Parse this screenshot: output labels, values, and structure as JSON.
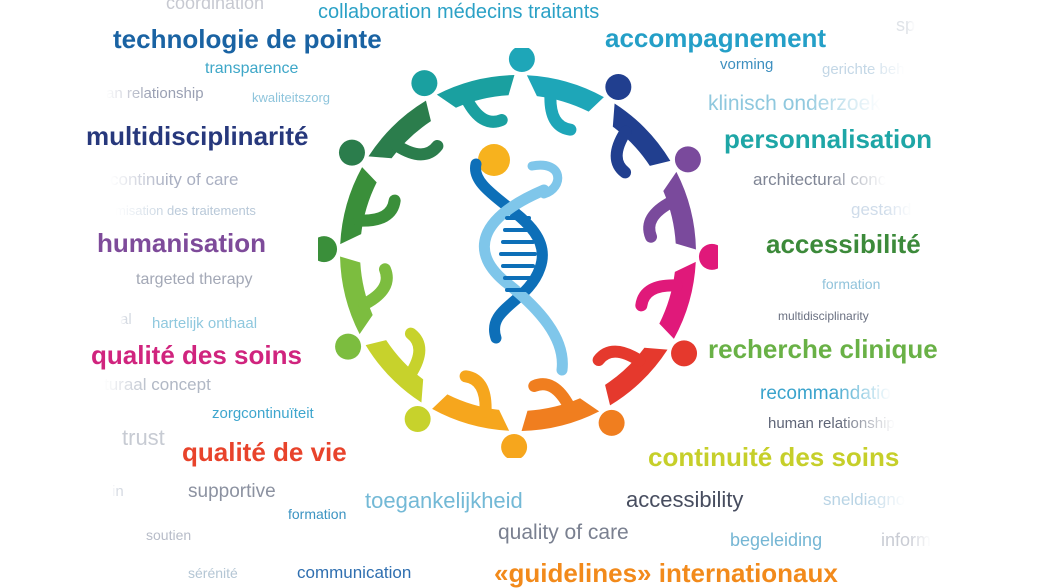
{
  "words": [
    {
      "id": "w-coordination",
      "text": "coordination",
      "color": "#c7c9d1"
    },
    {
      "id": "w-collaboration",
      "text": "collaboration médecins traitants",
      "color": "#2ba1c6"
    },
    {
      "id": "w-spec",
      "text": "sp",
      "color": "#dfe3e8"
    },
    {
      "id": "w-technologie",
      "text": "technologie de pointe",
      "color": "#1a63a3"
    },
    {
      "id": "w-accompagnement",
      "text": "accompagnement",
      "color": "#249fc7"
    },
    {
      "id": "w-transparence",
      "text": "transparence",
      "color": "#3ea7c8"
    },
    {
      "id": "w-vorming",
      "text": "vorming",
      "color": "#3d8fbf"
    },
    {
      "id": "w-gerichte",
      "text": "gerichte beh",
      "color": "#c3d7e6"
    },
    {
      "id": "w-human-rel-left",
      "text": "an relationship",
      "color": "#9aa0b3"
    },
    {
      "id": "w-kwaliteitszorg",
      "text": "kwaliteitszorg",
      "color": "#8fc5dc"
    },
    {
      "id": "w-klinisch",
      "text": "klinisch onderzoek",
      "color": "#8fc8de"
    },
    {
      "id": "w-multidisciplinarite",
      "text": "multidisciplinarité",
      "color": "#27387c"
    },
    {
      "id": "w-personnalisation",
      "text": "personnalisation",
      "color": "#1ea6a6"
    },
    {
      "id": "w-continuity",
      "text": "continuity of care",
      "color": "#aab0c2"
    },
    {
      "id": "w-architectural",
      "text": "architectural conc",
      "color": "#7f8595"
    },
    {
      "id": "w-optimisation",
      "text": "misation des traitements",
      "color": "#b8c8d8"
    },
    {
      "id": "w-gestand",
      "text": "gestand",
      "color": "#cfdcea"
    },
    {
      "id": "w-humanisation",
      "text": "humanisation",
      "color": "#7e4b9a"
    },
    {
      "id": "w-accessibilite",
      "text": "accessibilité",
      "color": "#3c8a3a"
    },
    {
      "id": "w-targeted",
      "text": "targeted therapy",
      "color": "#a3a8b6"
    },
    {
      "id": "w-formation-right",
      "text": "formation",
      "color": "#91c3db"
    },
    {
      "id": "w-al",
      "text": "al",
      "color": "#d5dae2"
    },
    {
      "id": "w-hartelijk",
      "text": "hartelijk onthaal",
      "color": "#8fc8de"
    },
    {
      "id": "w-multidisciplinarity",
      "text": "multidisciplinarity",
      "color": "#6a7081"
    },
    {
      "id": "w-qualite-soins",
      "text": "qualité des soins",
      "color": "#d0247e"
    },
    {
      "id": "w-recherche",
      "text": "recherche clinique",
      "color": "#69b146"
    },
    {
      "id": "w-turaal",
      "text": "turaal concept",
      "color": "#b1b8c5"
    },
    {
      "id": "w-recommandation",
      "text": "recommandatio",
      "color": "#3aa3cc"
    },
    {
      "id": "w-zorgcontinuiteit",
      "text": "zorgcontinuïteit",
      "color": "#3ea6ce"
    },
    {
      "id": "w-human-rel-right",
      "text": "human relationship",
      "color": "#5f6577"
    },
    {
      "id": "w-trust",
      "text": "trust",
      "color": "#c7cbd3"
    },
    {
      "id": "w-qualite-vie",
      "text": "qualité de vie",
      "color": "#e8432b"
    },
    {
      "id": "w-continuite",
      "text": "continuité des soins",
      "color": "#c6cf2a"
    },
    {
      "id": "w-in",
      "text": "in",
      "color": "#d5dae2"
    },
    {
      "id": "w-supportive",
      "text": "supportive",
      "color": "#8c92a1"
    },
    {
      "id": "w-toegankelijkheid",
      "text": "toegankelijkheid",
      "color": "#73b9d6"
    },
    {
      "id": "w-accessibility",
      "text": "accessibility",
      "color": "#474d5f"
    },
    {
      "id": "w-sneldiagnose",
      "text": "sneldiagno",
      "color": "#b9d4e5"
    },
    {
      "id": "w-formation-bottom",
      "text": "formation",
      "color": "#3c94c2"
    },
    {
      "id": "w-soutien",
      "text": "soutien",
      "color": "#b7bcc8"
    },
    {
      "id": "w-quality",
      "text": "quality of care",
      "color": "#7a8090"
    },
    {
      "id": "w-begeleiding",
      "text": "begeleiding",
      "color": "#75b6d4"
    },
    {
      "id": "w-inform",
      "text": "inform",
      "color": "#c9ccd4"
    },
    {
      "id": "w-serenite",
      "text": "sérénité",
      "color": "#b4c6d4"
    },
    {
      "id": "w-communication",
      "text": "communication",
      "color": "#2f6fb0"
    },
    {
      "id": "w-guidelines",
      "text": "«guidelines» internationaux",
      "color": "#f28a1b"
    }
  ],
  "logo": {
    "icon": "people-circle-dna-icon",
    "figure_colors": [
      "#1ea6b8",
      "#213f8f",
      "#7a4a9c",
      "#e0197a",
      "#e5392d",
      "#f07e1f",
      "#f6a61d",
      "#c7d22c",
      "#7cbd3f",
      "#3a8f3a",
      "#2b7d4c",
      "#1aa0a0"
    ],
    "sun_color": "#f7b21e",
    "dna_color_top": "#0d6fb8",
    "dna_color_bottom": "#7fc6ea"
  }
}
